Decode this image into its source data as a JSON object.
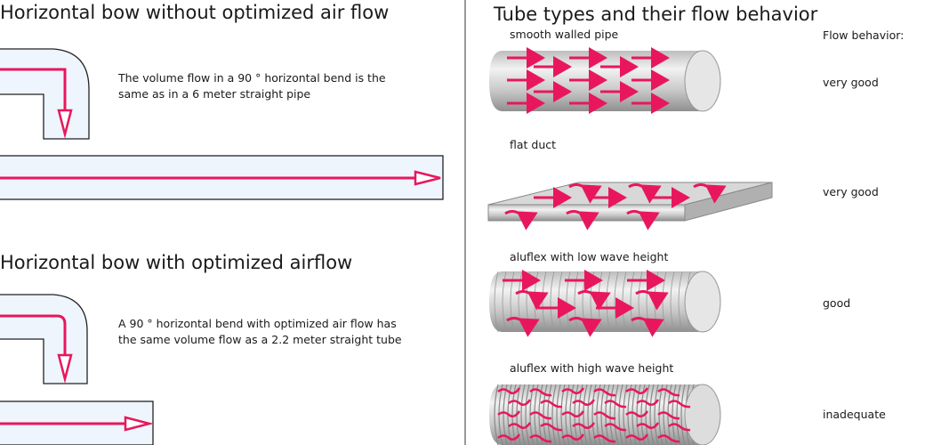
{
  "left": {
    "section1": {
      "title": "Horizontal bow without optimized air flow",
      "text_line1": "The volume flow in a 90 ° horizontal bend is the",
      "text_line2": "same as in a 6 meter straight pipe"
    },
    "section2": {
      "title": "Horizontal bow with optimized airflow",
      "text_line1": "A 90 ° horizontal bend with optimized air flow has",
      "text_line2": "the same volume flow as a 2.2 meter straight tube"
    }
  },
  "right": {
    "title": "Tube types and their flow behavior",
    "column_header": "Flow behavior:",
    "tubes": [
      {
        "label": "smooth walled pipe",
        "rating": "very good"
      },
      {
        "label": "flat duct",
        "rating": "very good"
      },
      {
        "label": "aluflex with low wave height",
        "rating": "good"
      },
      {
        "label": "aluflex with high wave height",
        "rating": "inadequate"
      }
    ]
  },
  "colors": {
    "arrow": "#e8175d",
    "pipe_fill": "#eef5fc",
    "outline": "#222222"
  }
}
